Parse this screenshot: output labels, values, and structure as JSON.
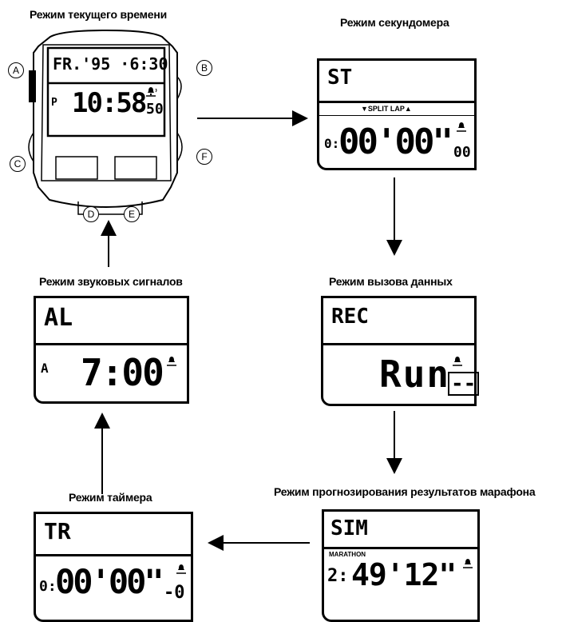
{
  "modes": {
    "current_time": {
      "title": "Режим текущего времени",
      "top_line": "FR.'95 ·6:30",
      "ampm": "P",
      "time": "10:58",
      "seconds": "50",
      "buttons": [
        "A",
        "B",
        "C",
        "D",
        "E",
        "F"
      ]
    },
    "stopwatch": {
      "title": "Режим секундомера",
      "top_line": "ST",
      "split_lap": "▼SPLIT LAP▲",
      "hours": "0:",
      "time": "00'00\"",
      "hundredths": "00"
    },
    "recall": {
      "title": "Режим вызова данных",
      "top_line": "REC",
      "bottom": "Run",
      "dashes": "--"
    },
    "marathon": {
      "title": "Режим прогнозирования результатов марафона",
      "top_line": "SIM",
      "marathon_label": "MARATHON",
      "hours": "2:",
      "time": "49'12\""
    },
    "timer": {
      "title": "Режим таймера",
      "top_line": "TR",
      "hours": "0:",
      "time": "00'00\"",
      "suffix": "-0"
    },
    "alarm": {
      "title": "Режим звуковых сигналов",
      "top_line": "AL",
      "label": "A",
      "time": "7:00"
    }
  },
  "icons": [
    "bell-icon",
    "signal-icon"
  ]
}
